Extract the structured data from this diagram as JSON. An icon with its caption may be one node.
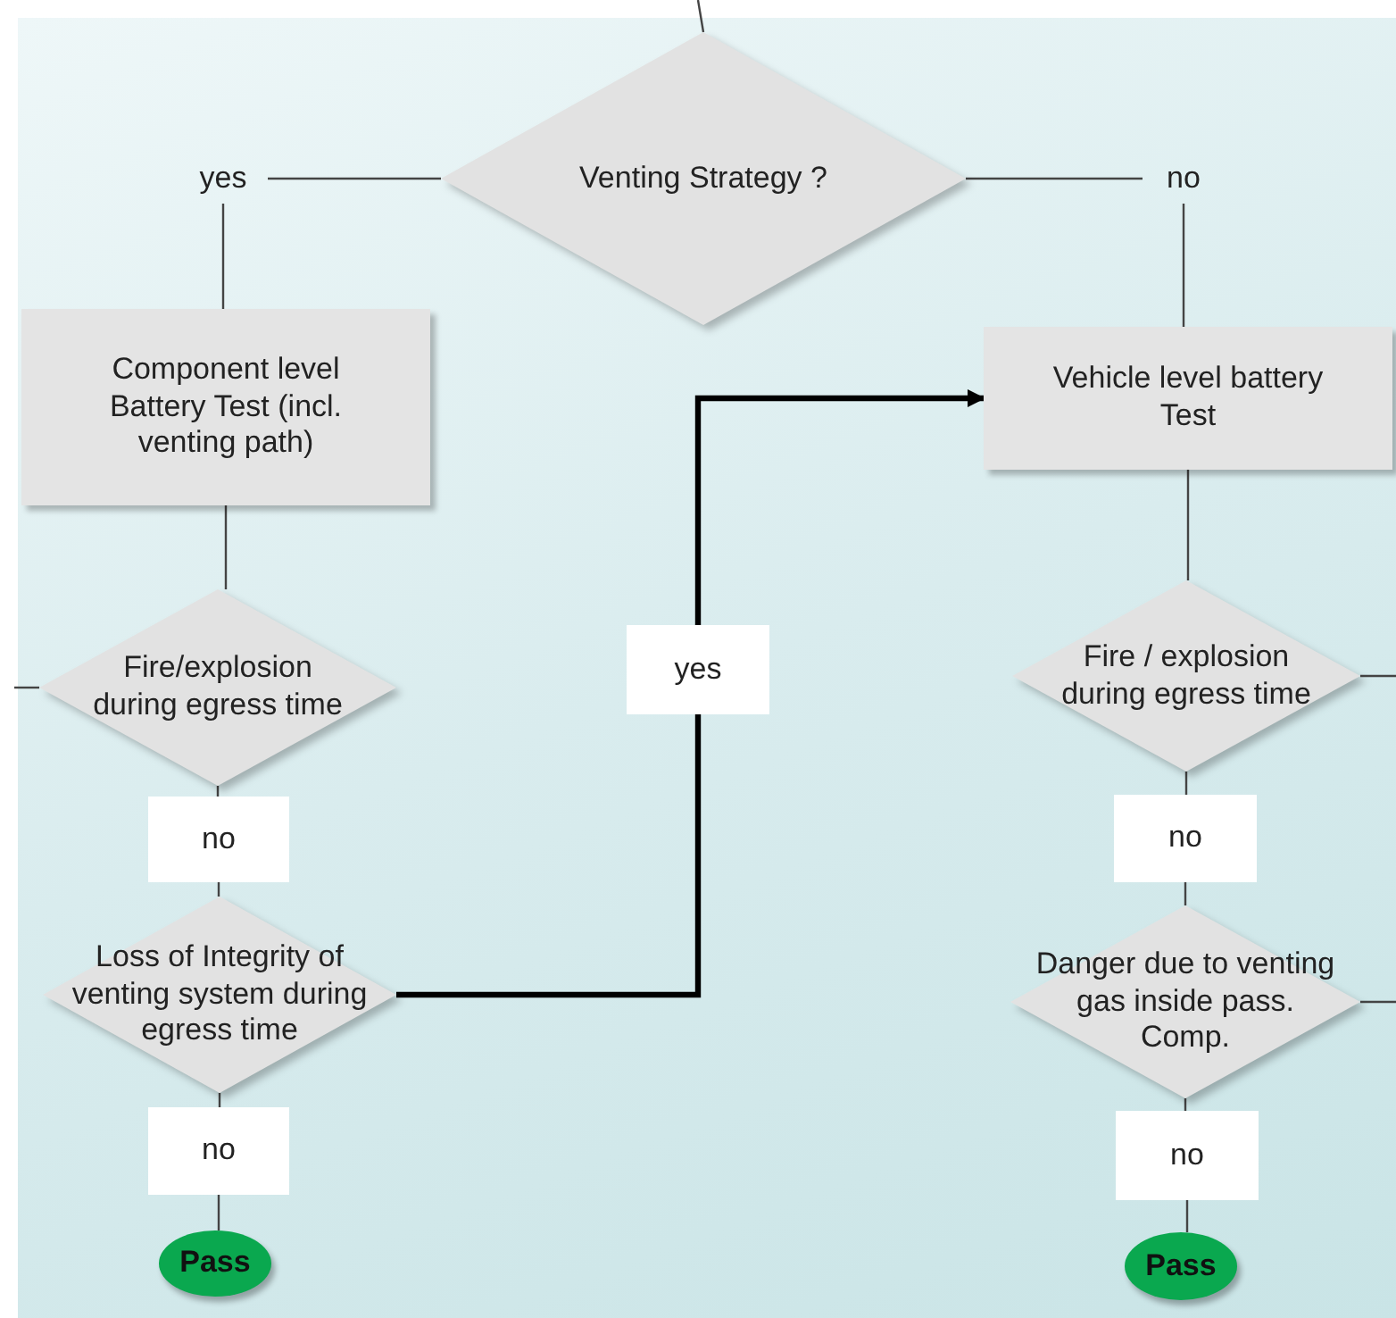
{
  "diagram": {
    "nodes": [
      {
        "text": [
          "Venting Strategy ?"
        ]
      },
      {
        "text": [
          "yes"
        ]
      },
      {
        "text": [
          "no"
        ]
      },
      {
        "text": [
          "Component level Battery Test (incl. venting path)"
        ]
      },
      {
        "text": [
          "Vehicle level battery Test"
        ]
      },
      {
        "text": [
          "Fire/explosion during egress time"
        ]
      },
      {
        "text": [
          "no"
        ]
      },
      {
        "text": [
          "Loss of Integrity of venting system during egress time"
        ]
      },
      {
        "text": [
          "no"
        ]
      },
      {
        "text": [
          "Pass"
        ]
      },
      {
        "text": [
          "yes"
        ]
      },
      {
        "text": [
          "Fire / explosion during egress time"
        ]
      },
      {
        "text": [
          "no"
        ]
      },
      {
        "text": [
          "Danger due to venting gas inside pass. Comp."
        ]
      },
      {
        "text": [
          "no"
        ]
      },
      {
        "text": [
          "Pass"
        ]
      }
    ],
    "edges": [
      {
        "from": null,
        "to": 0,
        "arrow": "none"
      },
      {
        "from": 0,
        "to": 1,
        "arrow": "none"
      },
      {
        "from": 1,
        "to": 3,
        "arrow": "none"
      },
      {
        "from": 0,
        "to": 2,
        "arrow": "none"
      },
      {
        "from": 2,
        "to": 4,
        "arrow": "none"
      },
      {
        "from": 3,
        "to": 5,
        "arrow": "none"
      },
      {
        "from": 5,
        "to": null,
        "arrow": "none"
      },
      {
        "from": 5,
        "to": 6,
        "arrow": "none"
      },
      {
        "from": 6,
        "to": 7,
        "arrow": "none"
      },
      {
        "from": 7,
        "to": 8,
        "arrow": "none"
      },
      {
        "from": 8,
        "to": 9,
        "arrow": "none"
      },
      {
        "from": 7,
        "to": 10,
        "arrow": "none",
        "style": "thick"
      },
      {
        "from": 10,
        "to": 4,
        "arrow": "to",
        "style": "thick"
      },
      {
        "from": 4,
        "to": 11,
        "arrow": "none"
      },
      {
        "from": 11,
        "to": null,
        "arrow": "none"
      },
      {
        "from": 11,
        "to": 12,
        "arrow": "none"
      },
      {
        "from": 12,
        "to": 13,
        "arrow": "none"
      },
      {
        "from": 13,
        "to": null,
        "arrow": "none"
      },
      {
        "from": 13,
        "to": 14,
        "arrow": "none"
      },
      {
        "from": 14,
        "to": 15,
        "arrow": "none"
      }
    ]
  }
}
